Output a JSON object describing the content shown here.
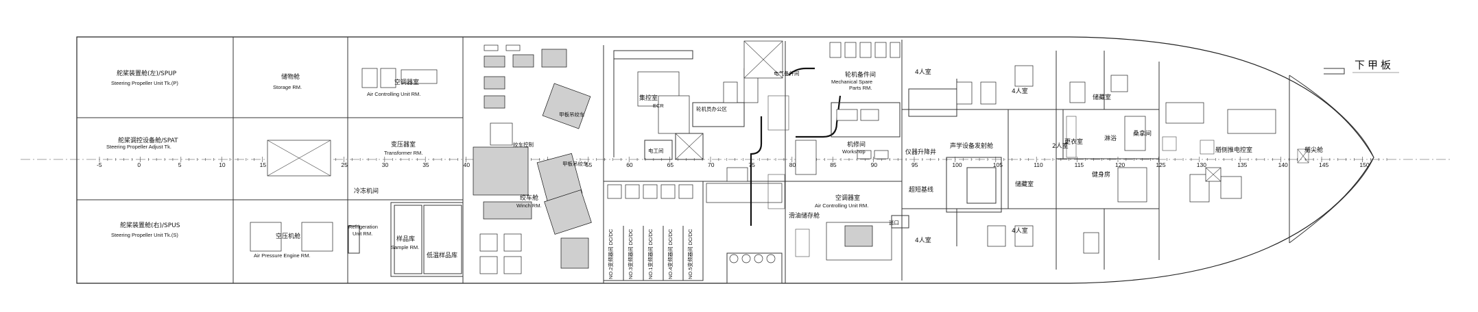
{
  "title": "下甲板",
  "frame_ticks": [
    "-5",
    "0",
    "5",
    "10",
    "15",
    "20",
    "25",
    "30",
    "35",
    "40",
    "45",
    "50",
    "55",
    "60",
    "65",
    "70",
    "75",
    "80",
    "85",
    "90",
    "95",
    "100",
    "105",
    "110",
    "115",
    "120",
    "125",
    "130",
    "135",
    "140",
    "145",
    "150"
  ],
  "rooms": {
    "spup": {
      "zh": "舵桨装置舱(左)/SPUP",
      "en": "Steering Propeller Unit Tk.(P)"
    },
    "storage": {
      "zh": "储物舱",
      "en": "Storage RM."
    },
    "ac_aft": {
      "zh": "空调器室",
      "en": "Air Controlling Unit RM."
    },
    "spat": {
      "zh": "舵桨调控设备舱/SPAT",
      "en": "Steering Propeller Adjust Tk."
    },
    "transformer": {
      "zh": "变压器室",
      "en": "Transformer RM."
    },
    "spus": {
      "zh": "舵桨装置舱(右)/SPUS",
      "en": "Steering Propeller Unit Tk.(S)"
    },
    "air_pressure": {
      "zh": "空压机舱",
      "en": "Air Pressure Engine RM."
    },
    "refrigeration": {
      "zh": "冷冻机间",
      "en1": "Refrigeration",
      "en2": "Unit RM."
    },
    "sample": {
      "zh": "样品库",
      "en": "Sample RM."
    },
    "low_temp_sample": {
      "zh": "低温样品库"
    },
    "winch": {
      "zh": "绞车舱",
      "en": "Winch RM."
    },
    "ecr": {
      "zh": "集控室",
      "en": "ECR"
    },
    "mech_spare": {
      "zh": "轮机备件间",
      "en1": "Mechanical Spare",
      "en2": "Parts RM."
    },
    "workshop": {
      "zh": "机修间",
      "en": "Workshop"
    },
    "ac_mid": {
      "zh": "空调器室",
      "en": "Air Controlling Unit RM."
    },
    "lube_oil": {
      "zh": "滑油储存舱"
    },
    "instrument_well": {
      "zh": "仪器升降井"
    },
    "acoustic": {
      "zh": "声学设备发射舱"
    },
    "ultra_short": {
      "zh": "超短基线"
    },
    "cabin_4_a": {
      "zh": "4人室"
    },
    "cabin_4_b": {
      "zh": "4人室"
    },
    "cabin_4_c": {
      "zh": "4人室"
    },
    "cabin_4_d": {
      "zh": "4人室"
    },
    "cabin_2": {
      "zh": "2人室"
    },
    "store_a": {
      "zh": "储藏室"
    },
    "store_b": {
      "zh": "储藏室"
    },
    "changing": {
      "zh": "更衣室"
    },
    "shower": {
      "zh": "淋浴"
    },
    "sauna": {
      "zh": "桑拿间"
    },
    "gym": {
      "zh": "健身房"
    },
    "bow_thruster_ctrl": {
      "zh": "艏侧推电控室"
    },
    "forepeak": {
      "zh": "艏尖舱"
    }
  },
  "small_labels": {
    "winch_ctrl": "绞车控制",
    "engine_office": "轮机员办公区",
    "electrician": "电工间",
    "electrical_spare": "电气备件间",
    "deck_winch_a": "甲板吊绞车",
    "deck_winch_b": "甲板吊绞车",
    "exit": "逃口"
  },
  "vertical_labels": [
    "NO.2变频器间 DC/DC",
    "NO.3变频器间 DC/DC",
    "NO.1变频器间 DC/DC",
    "NO.4变频器间 DC/DC",
    "NO.5变频器间 DC/DC"
  ]
}
